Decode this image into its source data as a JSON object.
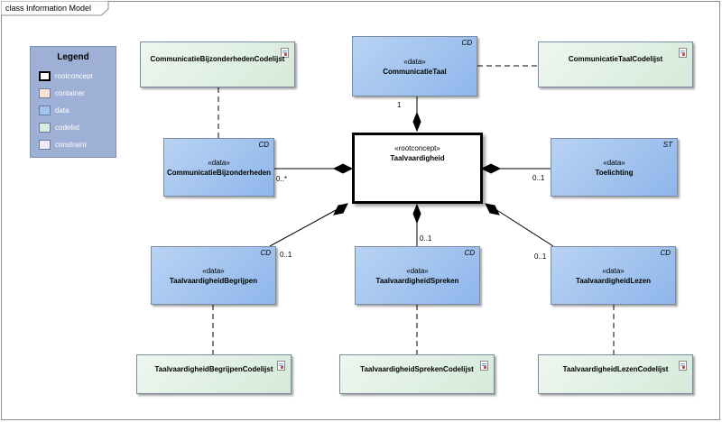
{
  "frame": {
    "title": "class Information Model"
  },
  "legend": {
    "title": "Legend",
    "items": [
      {
        "label": "rootconcept",
        "color": "#ffffff"
      },
      {
        "label": "container",
        "color": "#fbe2d2"
      },
      {
        "label": "data",
        "color": "#9fc4ee"
      },
      {
        "label": "codelist",
        "color": "#d8eedc"
      },
      {
        "label": "constraint",
        "color": "#ecebf7"
      }
    ]
  },
  "nodes": {
    "root": {
      "stereotype": "«rootconcept»",
      "name": "Taalvaardigheid"
    },
    "communicatie_taal": {
      "stereotype": "«data»",
      "name": "CommunicatieTaal",
      "type": "CD"
    },
    "communicatie_bijzonderheden": {
      "stereotype": "«data»",
      "name": "CommunicatieBijzonderheden",
      "type": "CD"
    },
    "toelichting": {
      "stereotype": "«data»",
      "name": "Toelichting",
      "type": "ST"
    },
    "begrijpen": {
      "stereotype": "«data»",
      "name": "TaalvaardigheidBegrijpen",
      "type": "CD"
    },
    "spreken": {
      "stereotype": "«data»",
      "name": "TaalvaardigheidSpreken",
      "type": "CD"
    },
    "lezen": {
      "stereotype": "«data»",
      "name": "TaalvaardigheidLezen",
      "type": "CD"
    },
    "cl_bijzonderheden": {
      "name": "CommunicatieBijzonderhedenCodelijst"
    },
    "cl_taal": {
      "name": "CommunicatieTaalCodelijst"
    },
    "cl_begrijpen": {
      "name": "TaalvaardigheidBegrijpenCodelijst"
    },
    "cl_spreken": {
      "name": "TaalvaardigheidSprekenCodelijst"
    },
    "cl_lezen": {
      "name": "TaalvaardigheidLezenCodelijst"
    }
  },
  "multiplicities": {
    "communicatie_taal": "1",
    "communicatie_bijzonderheden": "0..*",
    "toelichting": "0..1",
    "begrijpen": "0..1",
    "spreken": "0..1",
    "lezen": "0..1"
  }
}
